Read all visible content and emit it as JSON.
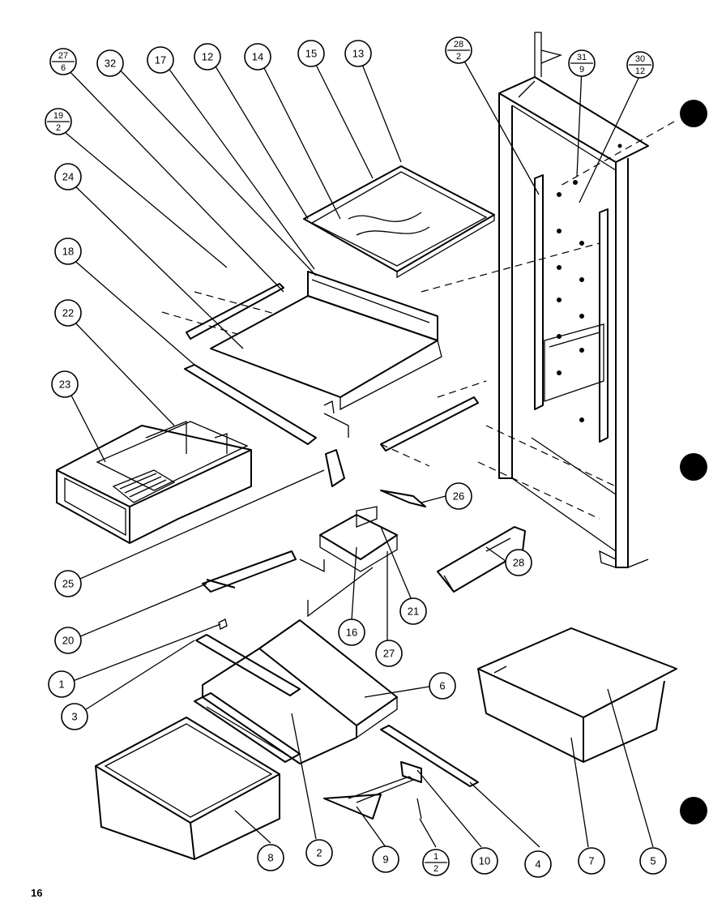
{
  "page_number": "16",
  "callouts": [
    {
      "label": "27",
      "sub": "6"
    },
    {
      "label": "32"
    },
    {
      "label": "17"
    },
    {
      "label": "12"
    },
    {
      "label": "14"
    },
    {
      "label": "15"
    },
    {
      "label": "13"
    },
    {
      "label": "28",
      "sub": "2"
    },
    {
      "label": "31",
      "sub": "9"
    },
    {
      "label": "30",
      "sub": "12"
    },
    {
      "label": "19",
      "sub": "2"
    },
    {
      "label": "24"
    },
    {
      "label": "18"
    },
    {
      "label": "22"
    },
    {
      "label": "23"
    },
    {
      "label": "26"
    },
    {
      "label": "25"
    },
    {
      "label": "28"
    },
    {
      "label": "20"
    },
    {
      "label": "16"
    },
    {
      "label": "21"
    },
    {
      "label": "27"
    },
    {
      "label": "1"
    },
    {
      "label": "6"
    },
    {
      "label": "3"
    },
    {
      "label": "5"
    },
    {
      "label": "7"
    },
    {
      "label": "4"
    },
    {
      "label": "10"
    },
    {
      "label": "1",
      "sub": "2"
    },
    {
      "label": "9"
    },
    {
      "label": "2"
    },
    {
      "label": "8"
    }
  ]
}
